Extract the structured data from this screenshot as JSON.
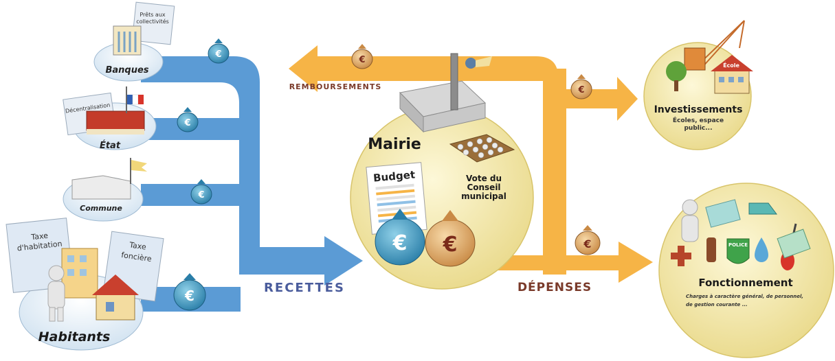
{
  "sources": {
    "banques": "Banques",
    "banques_doc": [
      "Prêts aux",
      "collectivités"
    ],
    "etat": "État",
    "etat_doc": "Décentralisation",
    "commune": "Commune",
    "habitants": "Habitants",
    "taxe_habitation": [
      "Taxe",
      "d'habitation"
    ],
    "taxe_fonciere": [
      "Taxe",
      "foncière"
    ]
  },
  "flows": {
    "recettes": "RECETTES",
    "remboursements": "REMBOURSEMENTS",
    "depenses": "DÉPENSES"
  },
  "mairie": {
    "title": "Mairie",
    "budget": "Budget",
    "vote": [
      "Vote du",
      "Conseil",
      "municipal"
    ]
  },
  "outputs": {
    "investissements": "Investissements",
    "investissements_sub": [
      "Écoles, espace",
      "public..."
    ],
    "ecole_sign": "École",
    "fonctionnement": "Fonctionnement",
    "fonctionnement_sub": [
      "Charges à caractère général, de personnel,",
      "de gestion courante ..."
    ],
    "police": "POLICE"
  },
  "symbols": {
    "euro": "€"
  },
  "colors": {
    "blue_flow": "#5b9bd5",
    "orange_flow": "#f6b446",
    "recettes_text": "#4a5c9c",
    "depenses_text": "#7a3a2a",
    "circle_fill": "#f7efb6"
  }
}
